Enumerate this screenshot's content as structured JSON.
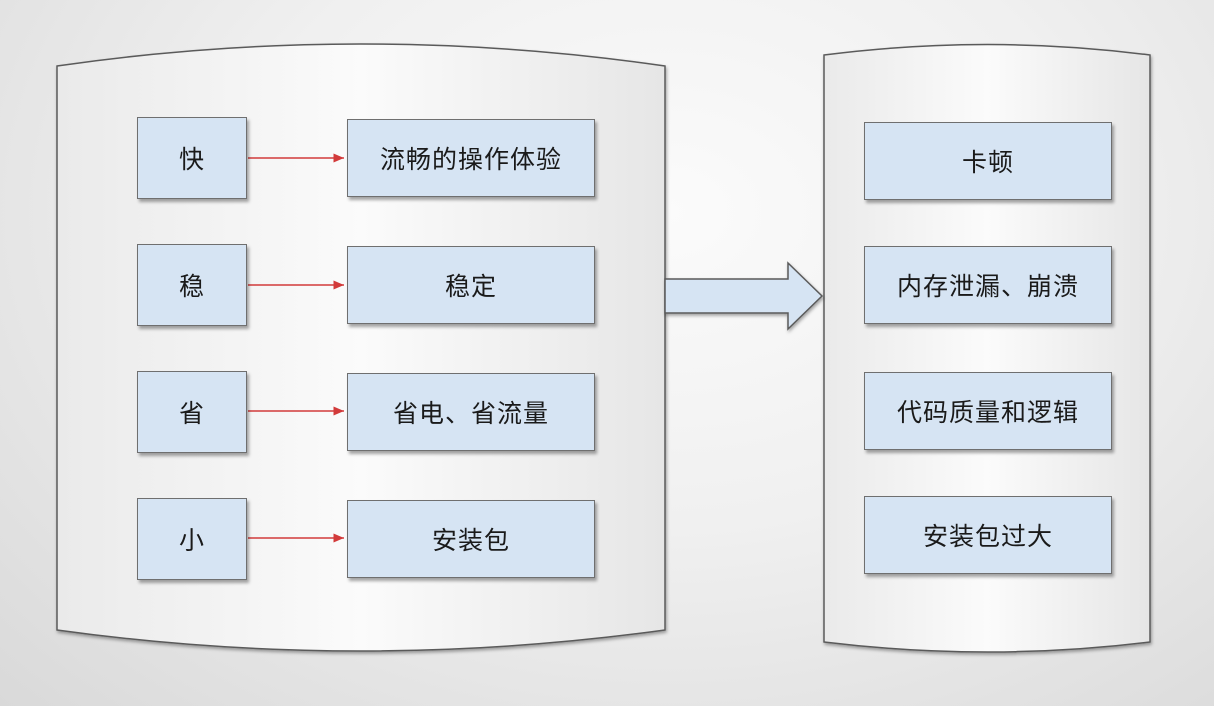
{
  "left_group": {
    "rows": [
      {
        "key": "快",
        "value": "流畅的操作体验"
      },
      {
        "key": "稳",
        "value": "稳定"
      },
      {
        "key": "省",
        "value": "省电、省流量"
      },
      {
        "key": "小",
        "value": "安装包"
      }
    ]
  },
  "right_group": {
    "items": [
      "卡顿",
      "内存泄漏、崩溃",
      "代码质量和逻辑",
      "安装包过大"
    ]
  },
  "colors": {
    "box_fill": "#d6e4f3",
    "box_border": "#6f6f6f",
    "connector": "#d23a3a",
    "container_fill": "#f7f7f7"
  }
}
